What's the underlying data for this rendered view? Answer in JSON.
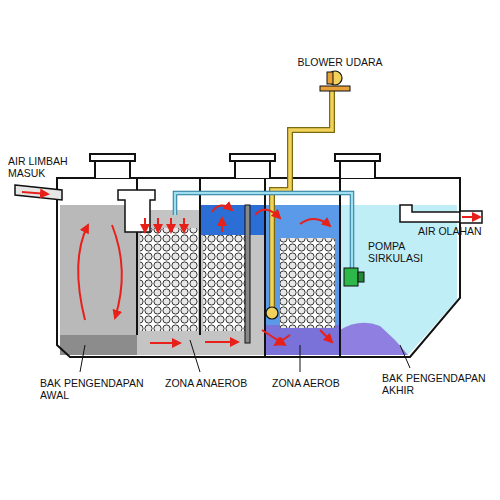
{
  "diagram": {
    "labels": [
      "BLOWER UDARA",
      "AIR LIMBAH MASUK",
      "AIR OLAHAN",
      "POMPA SIRKULASI",
      "BAK PENGENDAPAN AWAL",
      "ZONA ANAEROB",
      "ZONA AEROB",
      "BAK PENGENDAPAN AKHIR"
    ]
  }
}
